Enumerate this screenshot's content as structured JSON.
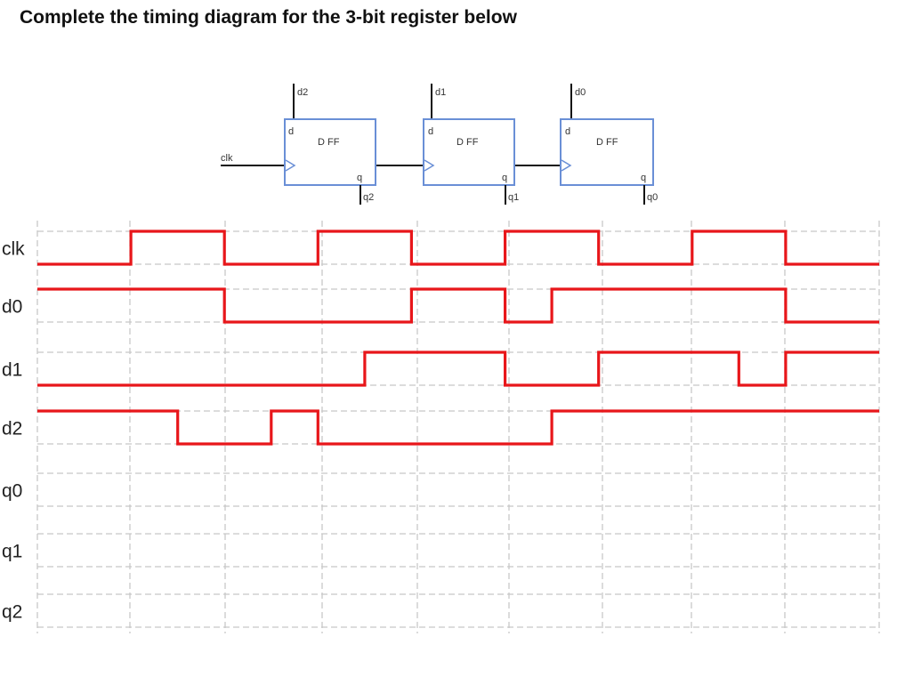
{
  "title": "Complete the timing diagram for the 3-bit register below",
  "circuit": {
    "clock_label": "clk",
    "flip_flops": [
      {
        "name": "D FF",
        "d_pin": "d",
        "q_pin": "q",
        "input_label": "d2",
        "output_label": "q2"
      },
      {
        "name": "D FF",
        "d_pin": "d",
        "q_pin": "q",
        "input_label": "d1",
        "output_label": "q1"
      },
      {
        "name": "D FF",
        "d_pin": "d",
        "q_pin": "q",
        "input_label": "d0",
        "output_label": "q0"
      }
    ]
  },
  "timing": {
    "signals": [
      {
        "label": "clk",
        "waveform": [
          0,
          0,
          1,
          1,
          0,
          0,
          1,
          1,
          0,
          0,
          1,
          1,
          0,
          0,
          1,
          1,
          0,
          0
        ],
        "color": "#e8161a"
      },
      {
        "label": "d0",
        "waveform": [
          1,
          1,
          1,
          1,
          0,
          0,
          0,
          0,
          1,
          1,
          0,
          1,
          1,
          1,
          1,
          1,
          0,
          0
        ],
        "color": "#e8161a"
      },
      {
        "label": "d1",
        "waveform": [
          0,
          0,
          0,
          0,
          0,
          0,
          0,
          1,
          1,
          1,
          0,
          0,
          1,
          1,
          1,
          0,
          1,
          1
        ],
        "color": "#e8161a"
      },
      {
        "label": "d2",
        "waveform": [
          1,
          1,
          1,
          0,
          0,
          1,
          0,
          0,
          0,
          0,
          0,
          1,
          1,
          1,
          1,
          1,
          1,
          1
        ],
        "color": "#e8161a"
      },
      {
        "label": "q0",
        "waveform": []
      },
      {
        "label": "q1",
        "waveform": []
      },
      {
        "label": "q2",
        "waveform": []
      }
    ],
    "grid_color": "#c8c8c8"
  }
}
